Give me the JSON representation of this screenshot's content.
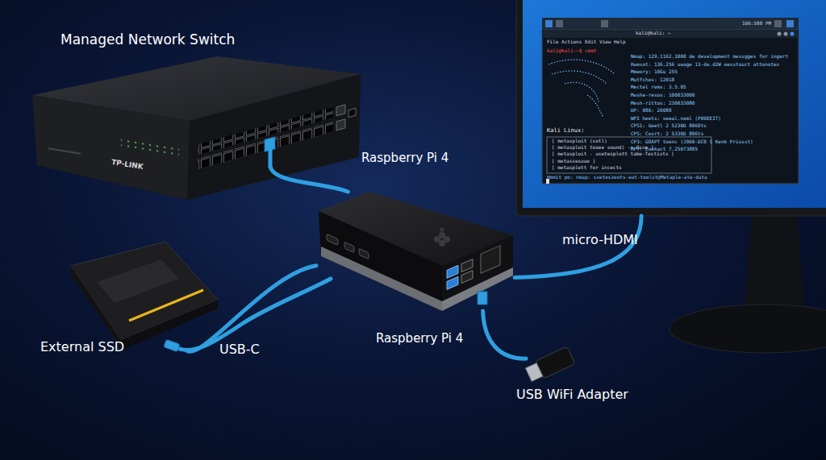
{
  "diagram": {
    "nodes": [
      {
        "text": [
          "Managed Network Switch",
          "TP-LINK"
        ]
      },
      {
        "text": [
          "106:580 PM",
          "kali@kali: ~",
          "File Actions Edit View Help",
          "kali@kali:~$ cmmt",
          "Nmap: 129.1162.1000 de development messgges for ingert",
          "Rwesot: 136.256 uwage 13-de.d2W oesstouct attonotes",
          "Mmeory: 10Gu 255",
          "Mutfches: 12018",
          "Mectel rems: 3.5.05",
          "Mwshe-resos: 100033000",
          "Mesh-rittos: 230033080",
          "DP: 086: 20088",
          "WPI heets: seeal.noml (P09EEIT)",
          "CPS1: Geetl 2 5230D 8060ts",
          "CPS: Cesrt: 2 5330D 806ts",
          "CP3: GOAPT toenc (J060-DC0 S Kenk Prissst)",
          "MPT: Eoekact 7.25073885",
          "Kali Linux:",
          "[ metasploit (sotl)",
          "[ metasploit tooee sound) -> Gsve ]",
          "[ metasploit - usetesplott tabe-Testists ]",
          "[ metassesuue ]",
          "[ metasplett for incects",
          "Hmmit po: nmap: sxeteszeots-eat-toolst@Metaple-ate-data"
        ]
      },
      {
        "text": [
          "Raspberry Pi 4",
          "Raspberry Pi 4"
        ]
      },
      {
        "text": [
          "External SSD"
        ]
      },
      {
        "text": [
          "USB WiFi Adapter"
        ]
      }
    ],
    "edges": [
      {
        "from": 0,
        "to": 2,
        "arrow": "none"
      },
      {
        "from": 2,
        "to": 1,
        "label": "micro-HDMI",
        "arrow": "none"
      },
      {
        "from": 3,
        "to": 2,
        "label": "USB-C",
        "arrow": "none"
      },
      {
        "from": 2,
        "to": 4,
        "arrow": "none"
      }
    ]
  }
}
